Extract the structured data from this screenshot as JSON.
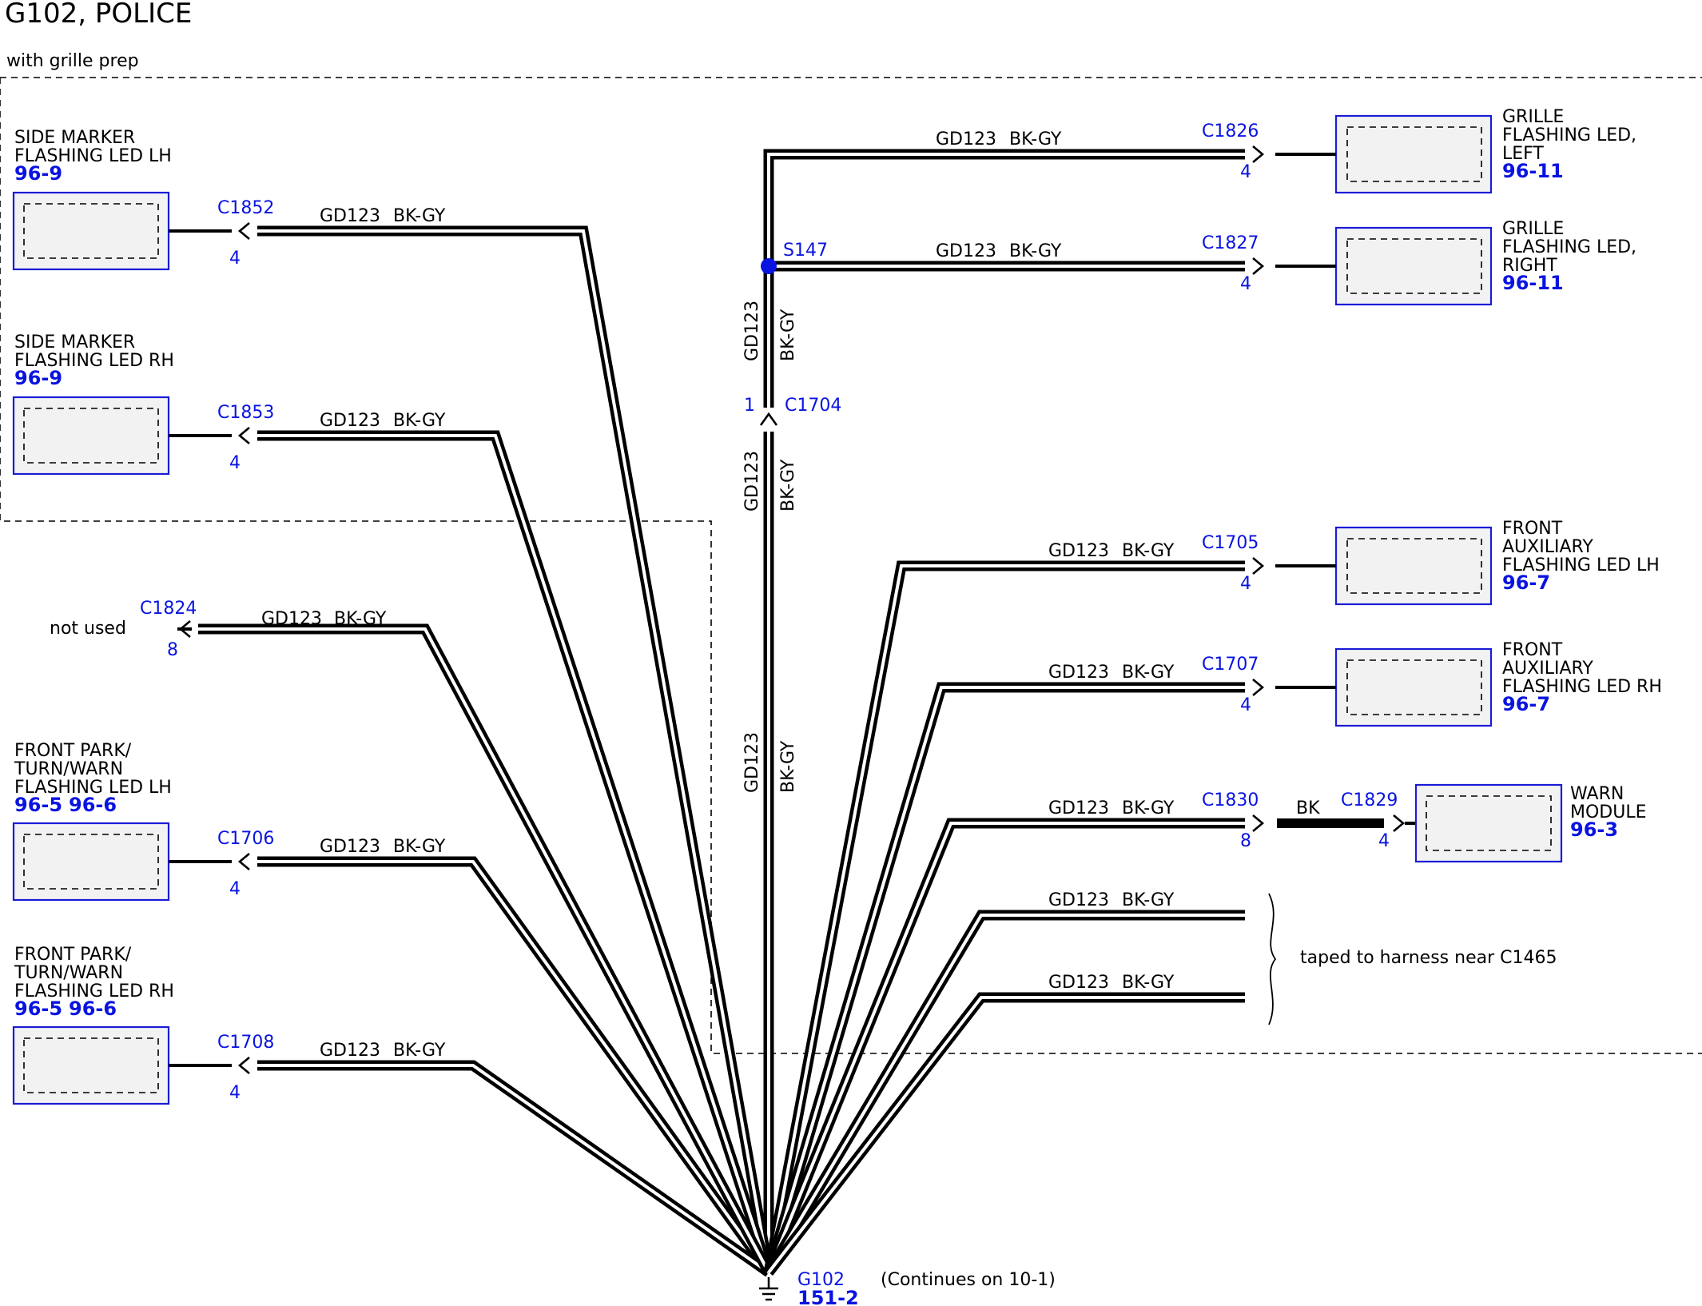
{
  "title": "G102, POLICE",
  "zone_label": "with grille prep",
  "colors": {
    "blue": "#0a14e0",
    "wire": "#000000"
  },
  "splice": {
    "id": "S147"
  },
  "inline_connector": {
    "id": "C1704",
    "pin": "1",
    "wire_upper": [
      "GD123",
      "BK-GY"
    ],
    "wire_lower": [
      "GD123",
      "BK-GY"
    ]
  },
  "main_trunk_label": [
    "GD123",
    "BK-GY"
  ],
  "ground": {
    "id": "G102",
    "ref": "151-2",
    "note": "(Continues on 10-1)"
  },
  "left_components": [
    {
      "lines": [
        "SIDE MARKER",
        "FLASHING LED LH"
      ],
      "refs": [
        "96-9"
      ],
      "connector": "C1852",
      "pin": "4",
      "wire": [
        "GD123",
        "BK-GY"
      ]
    },
    {
      "lines": [
        "SIDE MARKER",
        "FLASHING LED RH"
      ],
      "refs": [
        "96-9"
      ],
      "connector": "C1853",
      "pin": "4",
      "wire": [
        "GD123",
        "BK-GY"
      ]
    },
    {
      "lines": [
        "FRONT PARK/",
        "TURN/WARN",
        "FLASHING LED LH"
      ],
      "refs": [
        "96-5",
        "96-6"
      ],
      "connector": "C1706",
      "pin": "4",
      "wire": [
        "GD123",
        "BK-GY"
      ]
    },
    {
      "lines": [
        "FRONT PARK/",
        "TURN/WARN",
        "FLASHING LED RH"
      ],
      "refs": [
        "96-5",
        "96-6"
      ],
      "connector": "C1708",
      "pin": "4",
      "wire": [
        "GD123",
        "BK-GY"
      ]
    }
  ],
  "not_used": {
    "label": "not used",
    "connector": "C1824",
    "pin": "8",
    "wire": [
      "GD123",
      "BK-GY"
    ]
  },
  "right_components": [
    {
      "lines": [
        "GRILLE",
        "FLASHING LED,",
        "LEFT"
      ],
      "refs": [
        "96-11"
      ],
      "connector": "C1826",
      "pin": "4",
      "wire": [
        "GD123",
        "BK-GY"
      ]
    },
    {
      "lines": [
        "GRILLE",
        "FLASHING LED,",
        "RIGHT"
      ],
      "refs": [
        "96-11"
      ],
      "connector": "C1827",
      "pin": "4",
      "wire": [
        "GD123",
        "BK-GY"
      ]
    },
    {
      "lines": [
        "FRONT",
        "AUXILIARY",
        "FLASHING LED LH"
      ],
      "refs": [
        "96-7"
      ],
      "connector": "C1705",
      "pin": "4",
      "wire": [
        "GD123",
        "BK-GY"
      ]
    },
    {
      "lines": [
        "FRONT",
        "AUXILIARY",
        "FLASHING LED RH"
      ],
      "refs": [
        "96-7"
      ],
      "connector": "C1707",
      "pin": "4",
      "wire": [
        "GD123",
        "BK-GY"
      ]
    }
  ],
  "warn": {
    "lines": [
      "WARN",
      "MODULE"
    ],
    "refs": [
      "96-3"
    ],
    "connector_a": "C1830",
    "pin_a": "8",
    "wire": [
      "GD123",
      "BK-GY"
    ],
    "link_color": "BK",
    "connector_b": "C1829",
    "pin_b": "4"
  },
  "taped": {
    "label": "taped to harness near C1465",
    "wires": [
      [
        "GD123",
        "BK-GY"
      ],
      [
        "GD123",
        "BK-GY"
      ]
    ]
  }
}
